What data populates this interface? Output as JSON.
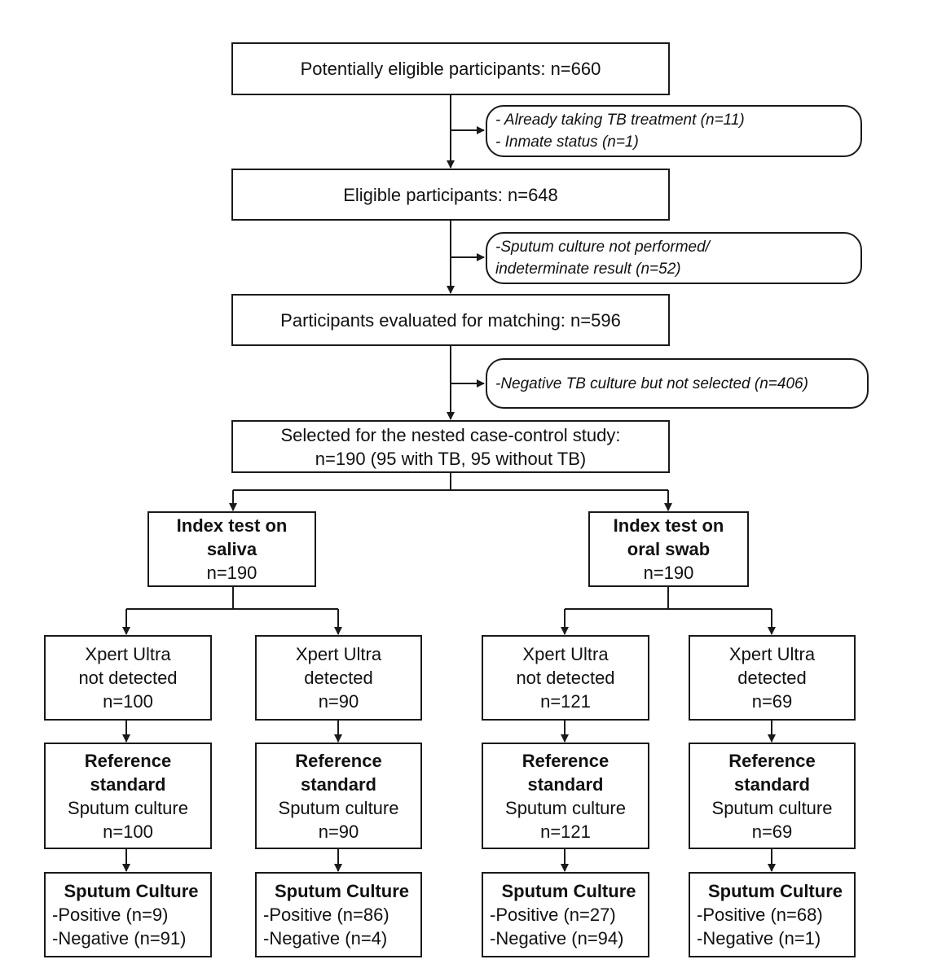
{
  "top": {
    "potential": "Potentially eligible participants: n=660",
    "eligible": "Eligible participants: n=648",
    "evaluated": "Participants evaluated for matching: n=596",
    "selected_line1": "Selected for the nested case-control study:",
    "selected_line2": "n=190 (95 with TB, 95 without TB)"
  },
  "exclusions": {
    "ex1_line1": "- Already taking TB treatment (n=11)",
    "ex1_line2": "- Inmate status (n=1)",
    "ex2_line1": "-Sputum culture not performed/",
    "ex2_line2": "indeterminate result (n=52)",
    "ex3_line1": "-Negative TB culture but not selected (n=406)"
  },
  "saliva": {
    "index_title1": "Index test on",
    "index_title2": "saliva",
    "index_n": "n=190",
    "nd": {
      "line1": "Xpert Ultra",
      "line2": "not detected",
      "n": "n=100",
      "ref_title1": "Reference",
      "ref_title2": "standard",
      "ref_sub": "Sputum culture",
      "ref_n": "n=100",
      "sc_title": "Sputum Culture",
      "pos": "-Positive (n=9)",
      "neg": "-Negative (n=91)"
    },
    "d": {
      "line1": "Xpert Ultra",
      "line2": "detected",
      "n": "n=90",
      "ref_title1": "Reference",
      "ref_title2": "standard",
      "ref_sub": "Sputum culture",
      "ref_n": "n=90",
      "sc_title": "Sputum Culture",
      "pos": "-Positive (n=86)",
      "neg": "-Negative (n=4)"
    }
  },
  "oral": {
    "index_title1": "Index test on",
    "index_title2": "oral swab",
    "index_n": "n=190",
    "nd": {
      "line1": "Xpert Ultra",
      "line2": "not detected",
      "n": "n=121",
      "ref_title1": "Reference",
      "ref_title2": "standard",
      "ref_sub": "Sputum culture",
      "ref_n": "n=121",
      "sc_title": "Sputum Culture",
      "pos": "-Positive (n=27)",
      "neg": "-Negative (n=94)"
    },
    "d": {
      "line1": "Xpert Ultra",
      "line2": "detected",
      "n": "n=69",
      "ref_title1": "Reference",
      "ref_title2": "standard",
      "ref_sub": "Sputum culture",
      "ref_n": "n=69",
      "sc_title": "Sputum Culture",
      "pos": "-Positive (n=68)",
      "neg": "-Negative (n=1)"
    }
  }
}
